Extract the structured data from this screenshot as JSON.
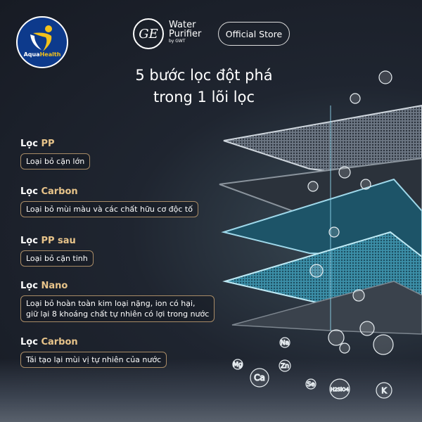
{
  "brand": {
    "aqua_health": {
      "word1": "Aqua",
      "word2": "Health"
    },
    "ge_logo": "GE",
    "water_purifier": {
      "line1": "Water",
      "line2": "Purifier",
      "by": "by GWT"
    },
    "official_store": "Official Store"
  },
  "headline": {
    "line1": "5 bước lọc đột phá",
    "line2": "trong 1 lõi lọc"
  },
  "steps": [
    {
      "prefix": "Lọc",
      "name": "PP",
      "desc": "Loại bỏ cặn lớn"
    },
    {
      "prefix": "Lọc",
      "name": "Carbon",
      "desc": "Loại bỏ mùi màu và các chất hữu cơ độc tố"
    },
    {
      "prefix": "Lọc",
      "name": "PP sau",
      "desc": "Loại bỏ cặn tinh"
    },
    {
      "prefix": "Lọc",
      "name": "Nano",
      "desc": "Loại bỏ hoàn toàn kim loại nặng, ion có hại,",
      "desc2": "giữ lại 8 khoáng chất tự nhiên có lợi trong nước"
    },
    {
      "prefix": "Lọc",
      "name": "Carbon",
      "desc": "Tái tạo lại mùi vị tự nhiên của nước"
    }
  ],
  "minerals": [
    "Mg",
    "Ca",
    "Na",
    "Zn",
    "Se",
    "H2SiO4",
    "K"
  ],
  "colors": {
    "accent_gold": "#e8c48a",
    "box_border": "#a88b66",
    "background": "#1b1f29",
    "brand_blue": "#0d3a8c",
    "brand_yellow": "#f3c21b"
  }
}
